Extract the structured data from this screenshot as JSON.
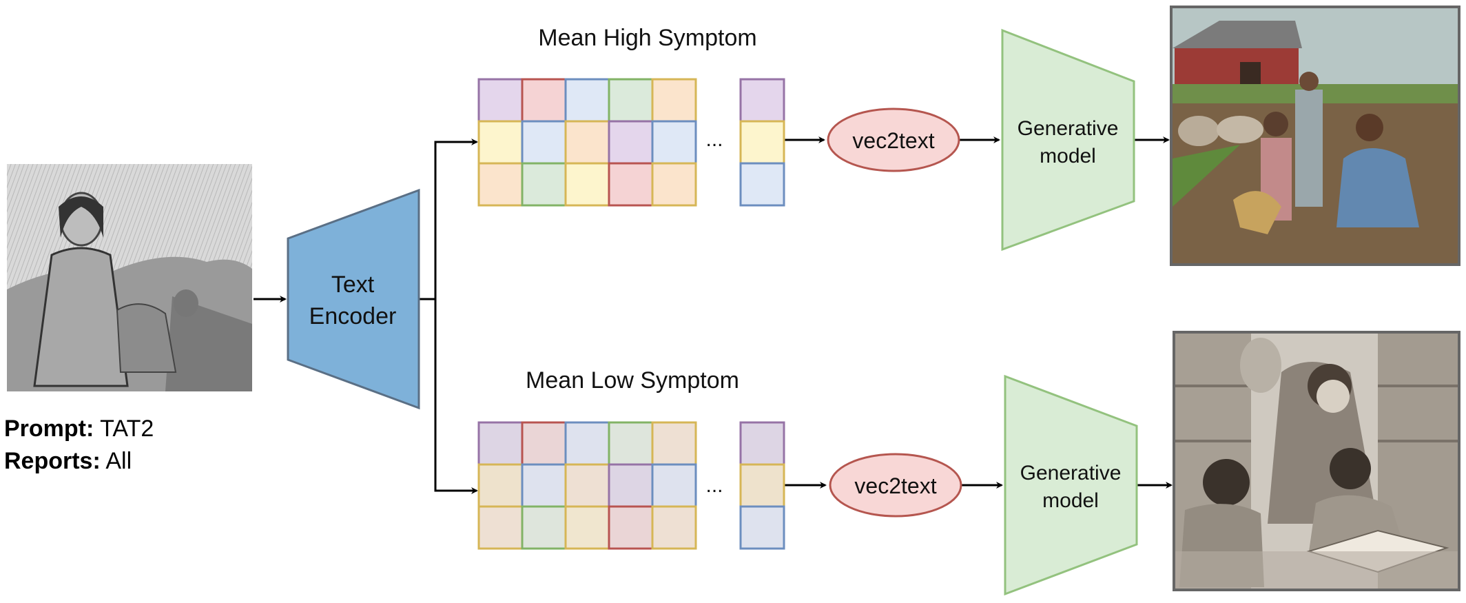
{
  "input": {
    "prompt_label": "Prompt:",
    "prompt_value": "TAT2",
    "reports_label": "Reports:",
    "reports_value": "All"
  },
  "encoder": {
    "line1": "Text",
    "line2": "Encoder"
  },
  "branches": [
    {
      "title": "Mean High Symptom",
      "ellipsis": "...",
      "vec2text": "vec2text",
      "model_line1": "Generative",
      "model_line2": "model",
      "grid_colors": [
        [
          "#e4d6ec",
          "#f5d3d4",
          "#dfe8f6",
          "#dbeadb",
          "#fbe4cc"
        ],
        [
          "#fdf5cd",
          "#dfe8f6",
          "#fbe4cc",
          "#e4d6ec",
          "#dfe8f6"
        ],
        [
          "#fbe4cc",
          "#dbeadb",
          "#fdf5cd",
          "#f5d3d4",
          "#fbe4cc"
        ]
      ],
      "grid_borders": [
        [
          "#9673a6",
          "#b85450",
          "#6c8ebf",
          "#82b366",
          "#d6b656"
        ],
        [
          "#d6b656",
          "#6c8ebf",
          "#d6b656",
          "#9673a6",
          "#6c8ebf"
        ],
        [
          "#d6b656",
          "#82b366",
          "#d6b656",
          "#b85450",
          "#d6b656"
        ]
      ],
      "col_colors": [
        "#e4d6ec",
        "#fdf5cd",
        "#dfe8f6"
      ],
      "col_borders": [
        "#9673a6",
        "#d6b656",
        "#6c8ebf"
      ]
    },
    {
      "title": "Mean Low Symptom",
      "ellipsis": "...",
      "vec2text": "vec2text",
      "model_line1": "Generative",
      "model_line2": "model",
      "grid_colors": [
        [
          "#ddd5e4",
          "#ead5d6",
          "#dee2ee",
          "#dee5dc",
          "#eee0d3"
        ],
        [
          "#eee2cc",
          "#dee2ee",
          "#eee0d3",
          "#ddd5e4",
          "#dee2ee"
        ],
        [
          "#eee0d3",
          "#dee5dc",
          "#f0e6cf",
          "#ead5d6",
          "#eee0d3"
        ]
      ],
      "grid_borders": [
        [
          "#9673a6",
          "#b85450",
          "#6c8ebf",
          "#82b366",
          "#d6b656"
        ],
        [
          "#d6b656",
          "#6c8ebf",
          "#d6b656",
          "#9673a6",
          "#6c8ebf"
        ],
        [
          "#d6b656",
          "#82b366",
          "#d6b656",
          "#b85450",
          "#d6b656"
        ]
      ],
      "col_colors": [
        "#ddd5e4",
        "#eee2cc",
        "#dee2ee"
      ],
      "col_borders": [
        "#9673a6",
        "#d6b656",
        "#6c8ebf"
      ]
    }
  ],
  "colors": {
    "encoder_fill": "#7eb1d9",
    "encoder_stroke": "#5a6f85",
    "model_fill": "#d9ecd5",
    "model_stroke": "#93c27e",
    "vec2text_fill": "#f8d7d6",
    "vec2text_stroke": "#b5564f",
    "arrow": "#000000"
  }
}
